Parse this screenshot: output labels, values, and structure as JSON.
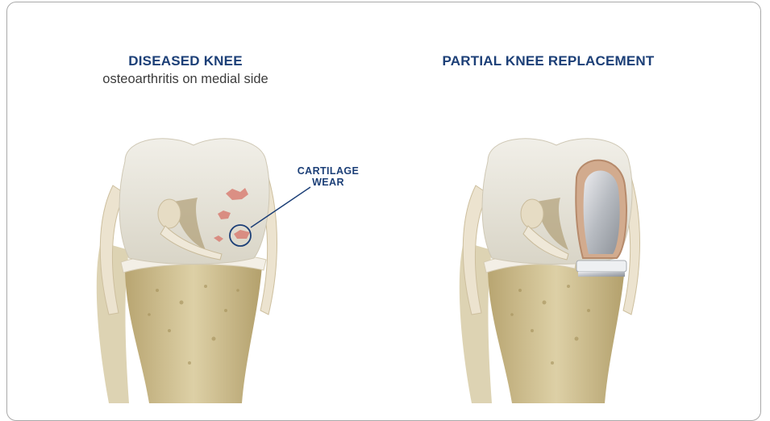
{
  "left_panel": {
    "title": "DISEASED KNEE",
    "subtitle": "osteoarthritis on medial side",
    "callout": {
      "line1": "CARTILAGE",
      "line2": "WEAR"
    }
  },
  "right_panel": {
    "title": "PARTIAL KNEE REPLACEMENT"
  },
  "colors": {
    "title": "#1c3f77",
    "subtitle": "#3c3c3c",
    "border": "#a9a9a9",
    "bone": "#d9c89a",
    "cartilage": "#e5e1d6",
    "wear": "#d9857a",
    "implant": "#c9ccd0"
  },
  "icons": {
    "left_illustration": "knee-diseased-illustration",
    "right_illustration": "knee-implant-illustration"
  }
}
